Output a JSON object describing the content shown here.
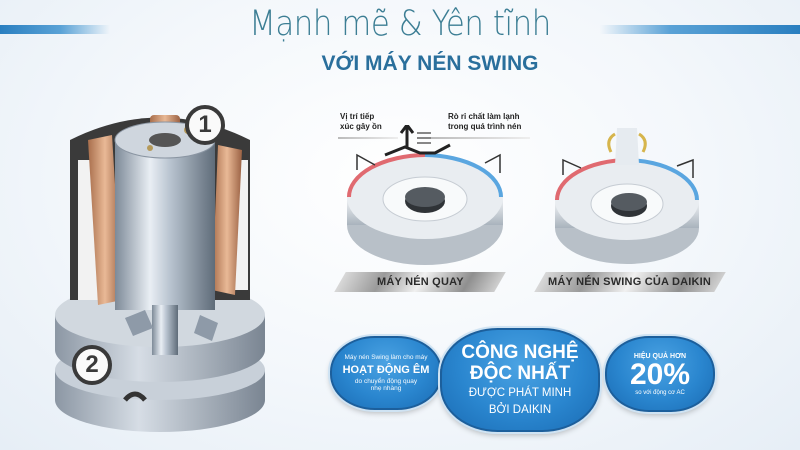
{
  "header": {
    "title": "Mạnh mẽ & Yên tĩnh",
    "subtitle": "VỚI MÁY NÉN SWING"
  },
  "motor": {
    "badges": [
      "1",
      "2"
    ]
  },
  "diagrams": {
    "rotary": {
      "callout_left": [
        "Vị trí tiếp",
        "xúc gây ồn"
      ],
      "callout_right": [
        "Rò rỉ chất làm lạnh",
        "trong quá trình nén"
      ],
      "label": "MÁY NÉN QUAY"
    },
    "swing": {
      "label": "MÁY NÉN SWING CỦA DAIKIN"
    }
  },
  "bubbles": {
    "left": {
      "line1": "Máy nén Swing làm cho máy",
      "headline": "HOẠT ĐỘNG ÊM",
      "line2": "do chuyển động quay",
      "line3": "nhẹ nhàng"
    },
    "center": {
      "headline1": "CÔNG NGHỆ",
      "headline2": "ĐỘC NHẤT",
      "line1": "ĐƯỢC PHÁT MINH",
      "line2": "BỞI DAIKIN"
    },
    "right": {
      "line1": "HIỆU QUẢ HƠN",
      "value": "20%",
      "line2": "so với động cơ AC"
    }
  },
  "colors": {
    "title": "#3c7e94",
    "subtitle": "#2a6f9c",
    "bubble": "#2a86cf",
    "accent_bar": "#2a7fc0"
  }
}
